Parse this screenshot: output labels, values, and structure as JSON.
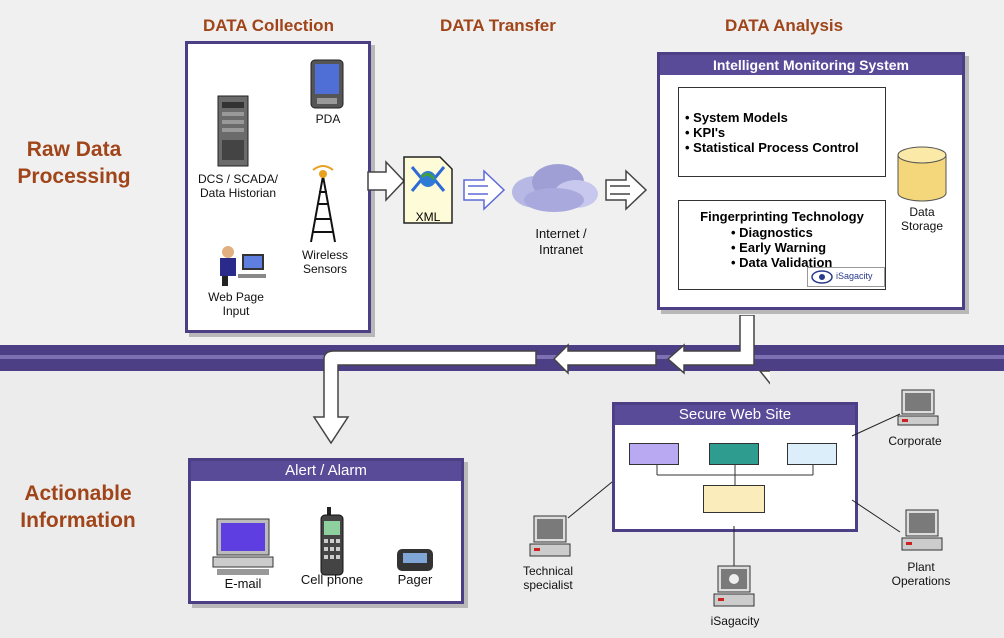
{
  "headers": {
    "collection": "DATA Collection",
    "transfer": "DATA Transfer",
    "analysis": "DATA Analysis"
  },
  "side_labels": {
    "raw_line1": "Raw Data",
    "raw_line2": "Processing",
    "action_line1": "Actionable",
    "action_line2": "Information"
  },
  "collection": {
    "pda": "PDA",
    "dcs_line1": "DCS / SCADA/",
    "dcs_line2": "Data Historian",
    "wireless_line1": "Wireless",
    "wireless_line2": "Sensors",
    "webpage_line1": "Web Page",
    "webpage_line2": "Input"
  },
  "transfer": {
    "xml": "XML",
    "internet_line1": "Internet /",
    "internet_line2": "Intranet"
  },
  "analysis": {
    "title": "Intelligent Monitoring System",
    "bullets": [
      "System Models",
      "KPI's",
      "Statistical Process Control"
    ],
    "fp_title": "Fingerprinting Technology",
    "fp_items": [
      "Diagnostics",
      "Early Warning",
      "Data Validation"
    ],
    "logo": "iSagacity",
    "storage_line1": "Data",
    "storage_line2": "Storage"
  },
  "alert": {
    "title": "Alert / Alarm",
    "email": "E-mail",
    "cell": "Cell phone",
    "pager": "Pager"
  },
  "website": {
    "title": "Secure Web Site",
    "corporate": "Corporate",
    "plant_line1": "Plant",
    "plant_line2": "Operations",
    "isagacity": "iSagacity",
    "tech_line1": "Technical",
    "tech_line2": "specialist"
  },
  "colors": {
    "brand_purple": "#4c3f86",
    "header_brown": "#a0451a",
    "block_lavender": "#b9a9f2",
    "block_teal": "#2e9c8f",
    "block_lightblue": "#dbeefa",
    "block_yellow": "#fbecbb"
  }
}
